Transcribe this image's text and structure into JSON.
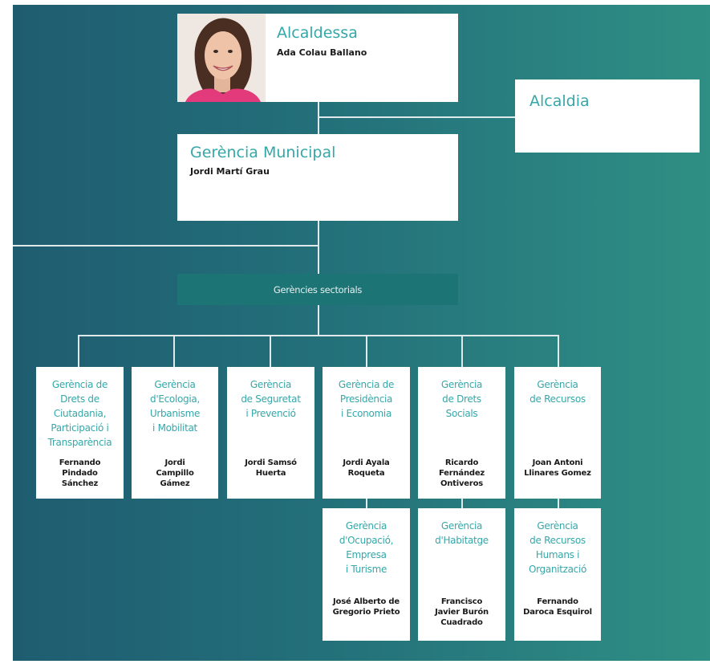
{
  "mayor": {
    "title": "Alcaldessa",
    "name": "Ada Colau Ballano",
    "photo_icon": "portrait-photo"
  },
  "office": {
    "title": "Alcaldia"
  },
  "municipal_management": {
    "title": "Gerència Municipal",
    "name": "Jordi Martí Grau"
  },
  "sectoral_bar": {
    "label": "Gerències sectorials"
  },
  "departments": [
    {
      "title": "Gerència de\nDrets de\nCiutadania,\nParticipació i\nTransparència",
      "name": "Fernando\nPindado\nSánchez"
    },
    {
      "title": "Gerència\nd'Ecologia,\nUrbanisme\ni Mobilitat",
      "name": "Jordi\nCampillo\nGámez"
    },
    {
      "title": "Gerència\nde Seguretat\ni Prevenció",
      "name": "Jordi Samsó\nHuerta"
    },
    {
      "title": "Gerència de\nPresidència\ni Economia",
      "name": "Jordi Ayala\nRoqueta"
    },
    {
      "title": "Gerència\nde Drets\nSocials",
      "name": "Ricardo\nFernández\nOntiveros"
    },
    {
      "title": "Gerència\nde Recursos",
      "name": "Joan Antoni\nLlinares Gomez"
    }
  ],
  "sub_departments": [
    {
      "title": "Gerència\nd'Ocupació,\nEmpresa\ni Turisme",
      "name": "José Alberto de\nGregorio Prieto"
    },
    {
      "title": "Gerència\nd'Habitatge",
      "name": "Francisco\nJavier Burón\nCuadrado"
    },
    {
      "title": "Gerència\nde Recursos\nHumans i\nOrganització",
      "name": "Fernando\nDaroca Esquirol"
    }
  ],
  "colors": {
    "background_left": "#1f5c70",
    "background_right": "#2f8f84",
    "accent_teal": "#35a7a9",
    "sectoral_bar": "#1d7475"
  }
}
